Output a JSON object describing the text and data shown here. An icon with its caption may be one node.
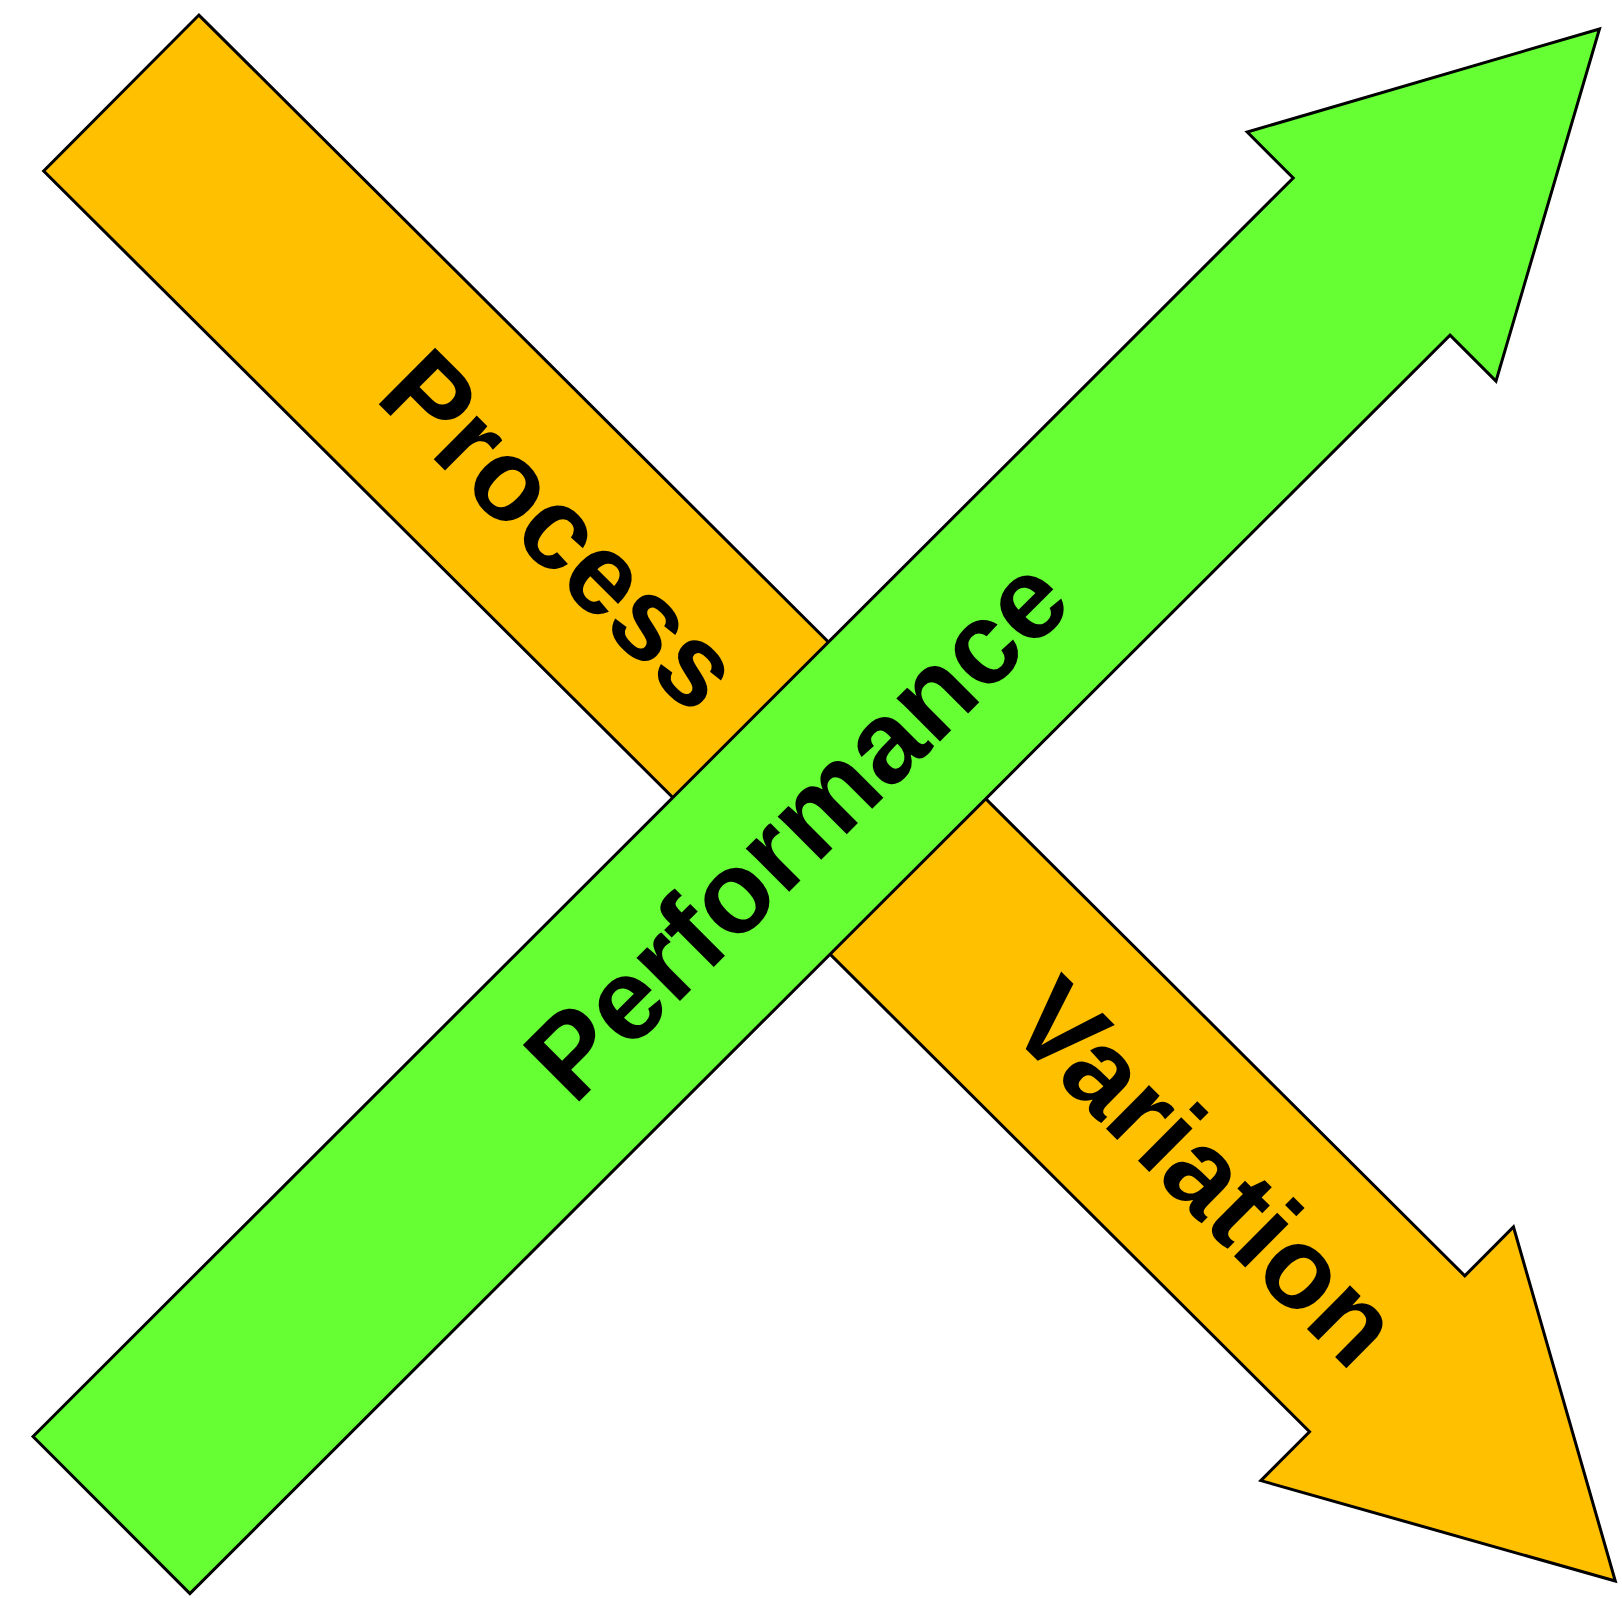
{
  "diagram": {
    "nodes": [
      {
        "text": [
          "Process",
          "Variation"
        ]
      },
      {
        "text": [
          "Performance"
        ]
      }
    ]
  }
}
